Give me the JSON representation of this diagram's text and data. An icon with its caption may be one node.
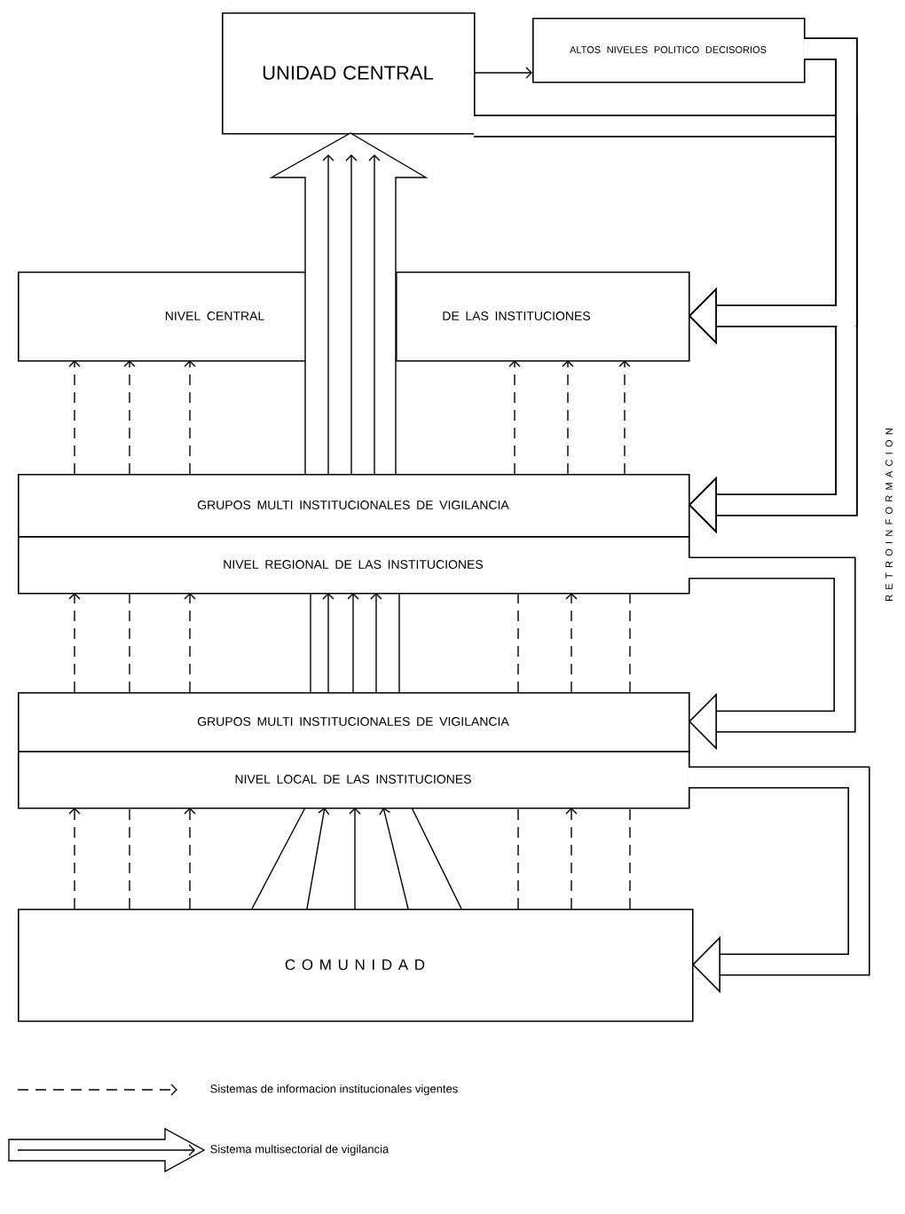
{
  "diagram": {
    "nodes": [
      {
        "text": [
          "UNIDAD CENTRAL"
        ]
      },
      {
        "text": [
          "ALTOS NIVELES POLITICO DECISORIOS"
        ]
      },
      {
        "text": [
          "NIVEL CENTRAL"
        ]
      },
      {
        "text": [
          "DE LAS INSTITUCIONES"
        ]
      },
      {
        "text": [
          "GRUPOS MULTI INSTITUCIONALES DE VIGILANCIA"
        ]
      },
      {
        "text": [
          "NIVEL REGIONAL DE LAS INSTITUCIONES"
        ]
      },
      {
        "text": [
          "GRUPOS MULTI INSTITUCIONALES DE VIGILANCIA"
        ]
      },
      {
        "text": [
          "NIVEL LOCAL DE LAS INSTITUCIONES"
        ]
      },
      {
        "text": [
          "C O M U N I D A D"
        ]
      }
    ],
    "edges": [
      {
        "from": 0,
        "to": 1,
        "arrow": "to"
      },
      {
        "from": 4,
        "to": 0,
        "arrow": "to"
      },
      {
        "from": 4,
        "to": 2,
        "arrow": "to",
        "style": "dashed"
      },
      {
        "from": 4,
        "to": 2,
        "arrow": "to",
        "style": "dashed"
      },
      {
        "from": 4,
        "to": 2,
        "arrow": "to",
        "style": "dashed"
      },
      {
        "from": 4,
        "to": 3,
        "arrow": "to",
        "style": "dashed"
      },
      {
        "from": 4,
        "to": 3,
        "arrow": "to",
        "style": "dashed"
      },
      {
        "from": 4,
        "to": 3,
        "arrow": "to",
        "style": "dashed"
      },
      {
        "from": 6,
        "to": 5,
        "arrow": "to",
        "style": "dashed"
      },
      {
        "from": 6,
        "to": 5,
        "arrow": "none",
        "style": "dashed"
      },
      {
        "from": 6,
        "to": 5,
        "arrow": "to",
        "style": "dashed"
      },
      {
        "from": 6,
        "to": 5,
        "arrow": "none",
        "style": "dashed"
      },
      {
        "from": 6,
        "to": 5,
        "arrow": "to",
        "style": "dashed"
      },
      {
        "from": 6,
        "to": 5,
        "arrow": "none",
        "style": "dashed"
      },
      {
        "from": 6,
        "to": 5,
        "arrow": "to"
      },
      {
        "from": 6,
        "to": 5,
        "arrow": "to"
      },
      {
        "from": 6,
        "to": 5,
        "arrow": "to"
      },
      {
        "from": 8,
        "to": 7,
        "arrow": "to",
        "style": "dashed"
      },
      {
        "from": 8,
        "to": 7,
        "arrow": "none",
        "style": "dashed"
      },
      {
        "from": 8,
        "to": 7,
        "arrow": "to",
        "style": "dashed"
      },
      {
        "from": 8,
        "to": 7,
        "arrow": "none",
        "style": "dashed"
      },
      {
        "from": 8,
        "to": 7,
        "arrow": "to",
        "style": "dashed"
      },
      {
        "from": 8,
        "to": 7,
        "arrow": "none",
        "style": "dashed"
      },
      {
        "from": 8,
        "to": 7,
        "arrow": "to"
      },
      {
        "from": 8,
        "to": 7,
        "arrow": "to"
      },
      {
        "from": 8,
        "to": 7,
        "arrow": "to"
      },
      {
        "from": 0,
        "to": 3,
        "arrow": "to",
        "style": "thick"
      },
      {
        "from": 0,
        "to": 4,
        "arrow": "to",
        "style": "thick"
      },
      {
        "from": 1,
        "to": 3,
        "arrow": "to",
        "style": "thick"
      },
      {
        "from": 1,
        "to": 4,
        "arrow": "to",
        "style": "thick"
      },
      {
        "from": 5,
        "to": 6,
        "arrow": "to",
        "style": "thick"
      },
      {
        "from": 7,
        "to": 8,
        "arrow": "to",
        "style": "thick"
      }
    ],
    "labels": [
      "R E T R O I N F O R M A C I O N"
    ],
    "legend": [
      {
        "text": "Sistemas de informacion institucionales vigentes"
      },
      {
        "text": "Sistema multisectorial de vigilancia"
      }
    ]
  }
}
